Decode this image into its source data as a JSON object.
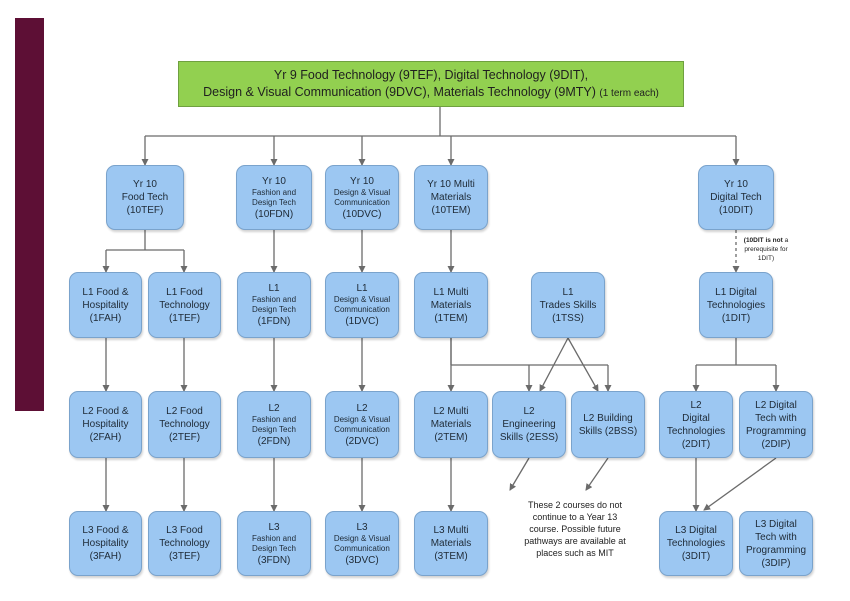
{
  "header": {
    "line1": "Yr 9 Food Technology (9TEF), Digital Technology (9DIT),",
    "line2": "Design & Visual Communication (9DVC), Materials Technology (9MTY)",
    "line2_suffix": "(1 term each)"
  },
  "nodes": {
    "yr10_tef": [
      "Yr 10",
      "Food Tech",
      "(10TEF)"
    ],
    "yr10_fdn": [
      "Yr 10",
      "Fashion and",
      "Design Tech",
      "(10FDN)"
    ],
    "yr10_dvc": [
      "Yr 10",
      "Design & Visual",
      "Communication",
      "(10DVC)"
    ],
    "yr10_tem": [
      "Yr 10 Multi",
      "Materials",
      "(10TEM)"
    ],
    "yr10_dit": [
      "Yr 10",
      "Digital Tech",
      "(10DIT)"
    ],
    "l1_fah": [
      "L1 Food &",
      "Hospitality",
      "(1FAH)"
    ],
    "l1_tef": [
      "L1 Food",
      "Technology",
      "(1TEF)"
    ],
    "l1_fdn": [
      "L1",
      "Fashion and",
      "Design Tech",
      "(1FDN)"
    ],
    "l1_dvc": [
      "L1",
      "Design & Visual",
      "Communication",
      "(1DVC)"
    ],
    "l1_tem": [
      "L1 Multi",
      "Materials",
      "(1TEM)"
    ],
    "l1_tss": [
      "L1",
      "Trades Skills",
      "(1TSS)"
    ],
    "l1_dit": [
      "L1 Digital",
      "Technologies",
      "(1DIT)"
    ],
    "l2_fah": [
      "L2 Food &",
      "Hospitality",
      "(2FAH)"
    ],
    "l2_tef": [
      "L2 Food",
      "Technology",
      "(2TEF)"
    ],
    "l2_fdn": [
      "L2",
      "Fashion and",
      "Design Tech",
      "(2FDN)"
    ],
    "l2_dvc": [
      "L2",
      "Design & Visual",
      "Communication",
      "(2DVC)"
    ],
    "l2_tem": [
      "L2 Multi",
      "Materials",
      "(2TEM)"
    ],
    "l2_ess": [
      "L2",
      "Engineering",
      "Skills (2ESS)"
    ],
    "l2_bss": [
      "L2 Building",
      "Skills (2BSS)"
    ],
    "l2_dit": [
      "L2",
      "Digital",
      "Technologies",
      "(2DIT)"
    ],
    "l2_dip": [
      "L2 Digital",
      "Tech with",
      "Programming",
      "(2DIP)"
    ],
    "l3_fah": [
      "L3 Food &",
      "Hospitality",
      "(3FAH)"
    ],
    "l3_tef": [
      "L3 Food",
      "Technology",
      "(3TEF)"
    ],
    "l3_fdn": [
      "L3",
      "Fashion and",
      "Design Tech",
      "(3FDN)"
    ],
    "l3_dvc": [
      "L3",
      "Design & Visual",
      "Communication",
      "(3DVC)"
    ],
    "l3_tem": [
      "L3 Multi",
      "Materials",
      "(3TEM)"
    ],
    "l3_dit": [
      "L3 Digital",
      "Technologies",
      "(3DIT)"
    ],
    "l3_dip": [
      "L3 Digital",
      "Tech with",
      "Programming",
      "(3DIP)"
    ]
  },
  "notes": {
    "prereq_bold": "(10DIT is not",
    "prereq_rest": " a prerequisite for 1DIT)",
    "trades": [
      "These 2 courses do not",
      "continue to a Year 13",
      "course. Possible future",
      "pathways are available at",
      "places such as MIT"
    ]
  },
  "colors": {
    "accent_bar": "#5d0f35",
    "header_fill": "#92d050",
    "node_fill": "#9cc7f2",
    "connector": "#6b6b6b"
  }
}
